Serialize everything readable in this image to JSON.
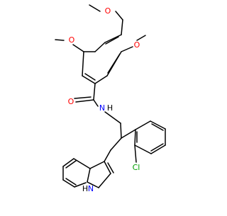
{
  "colors": {
    "bond": "#000000",
    "carbon": "#000000",
    "oxygen": "#ff0000",
    "nitrogen": "#0000ff",
    "chlorine": "#00a000",
    "background": "#ffffff"
  },
  "atoms": {
    "o_methoxy_top": "O",
    "o_methoxy_left": "O",
    "o_methoxy_right": "O",
    "o_carbonyl": "O",
    "n_amide": "N",
    "h_amide": "H",
    "cl": "Cl",
    "nh_indole": "H",
    "n_indole": "N"
  }
}
